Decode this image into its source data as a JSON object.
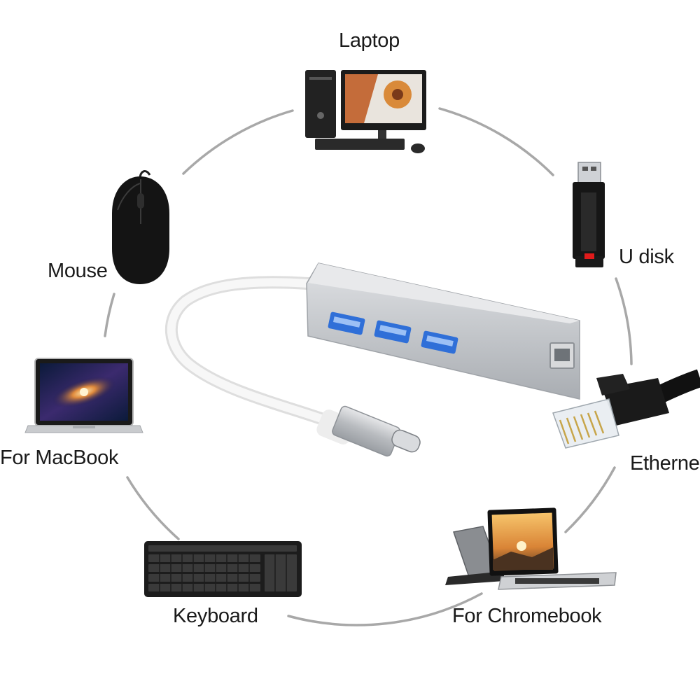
{
  "labels": {
    "laptop": "Laptop",
    "u_disk": "U disk",
    "mouse": "Mouse",
    "macbook": "For MacBook",
    "ethernet": "Ethernet",
    "keyboard": "Keyboard",
    "chromebook": "For Chromebook"
  },
  "icons": {
    "center": "usb-c-hub-icon",
    "laptop": "desktop-computer-icon",
    "u_disk": "usb-flash-drive-icon",
    "mouse": "computer-mouse-icon",
    "macbook": "macbook-laptop-icon",
    "ethernet": "rj45-cable-icon",
    "keyboard": "keyboard-icon",
    "chromebook": "chromebook-icon"
  },
  "colors": {
    "ring": "#a8a8a8",
    "hub_body": "#c4c7cb",
    "usb_port": "#2f6fd8",
    "cable": "#f2f2f2",
    "text": "#1a1a1a"
  }
}
